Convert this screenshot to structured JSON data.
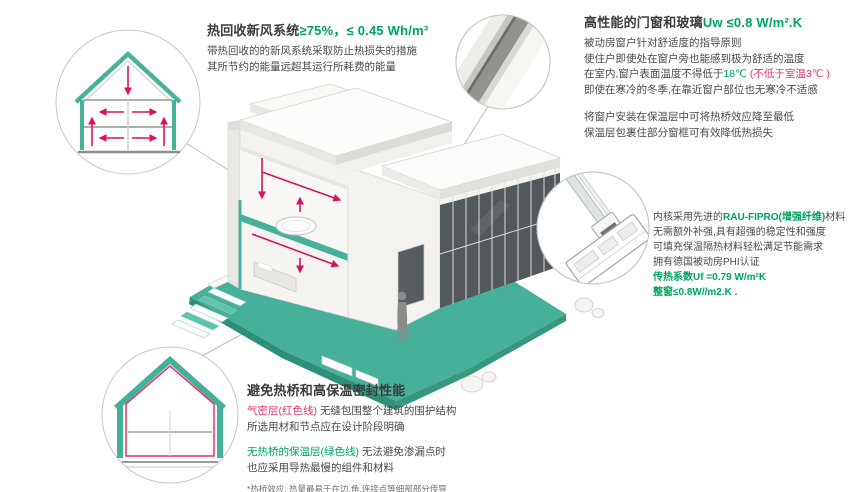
{
  "colors": {
    "teal": "#47b09a",
    "green_text": "#00a35f",
    "red_text": "#e8356e",
    "duct_red": "#d6145f",
    "dark_text": "#3b3b3b"
  },
  "ventilation": {
    "title": "热回收新风系统",
    "title_value": "≥75%，≤ 0.45 Wh/m³",
    "body": "带热回收的的新风系统采取防止热损失的措施\n其所节约的能量远超其运行所耗费的能量"
  },
  "windows": {
    "title": "高性能的门窗和玻璃",
    "title_value": "Uw ≤0.8 W/m².K",
    "p1_l1": "被动房窗户针对舒适度的指导原则",
    "p1_l2": "使住户即使处在窗户旁也能感到极为舒适的温度",
    "p1_l3a": "在室内,窗户表面温度不得低于",
    "p1_l3b": "18℃",
    "p1_l3c": " (不低于室温3℃ )",
    "p1_l4": "即使在寒冷的冬季,在靠近窗户部位也无寒冷不适感",
    "p2_l1": "将窗户安装在保温层中可将热桥效应降至最低",
    "p2_l2": "保温层包裹住部分窗框可有效降低热损失"
  },
  "profile": {
    "l1a": "内核采用先进的",
    "l1b": "RAU-FIPRO(增强纤维)",
    "l1c": "材料",
    "l2": "无需额外补强,具有超强的稳定性和强度",
    "l3": "可填充保温隔热材料轻松满足节能需求",
    "l4": "拥有德国被动房PHI认证",
    "l5": "传热系数Uf =0.79 W/m²K",
    "l6": "整窗≤0.8W//m2.K ."
  },
  "thermal": {
    "title": "避免热桥和高保温密封性能",
    "l1a": "气密层(红色线)",
    "l1b": " 无缝包围整个建筑的围护结构",
    "l2": "所选用材和节点应在设计阶段明确",
    "l3a": "无热桥的保温层(绿色线)",
    "l3b": " 无法避免渗漏点时",
    "l4": "也应采用导热最慢的组件和材料",
    "note": "*热桥效应: 热量最易于在边,角,连接点等细部部分传导"
  }
}
